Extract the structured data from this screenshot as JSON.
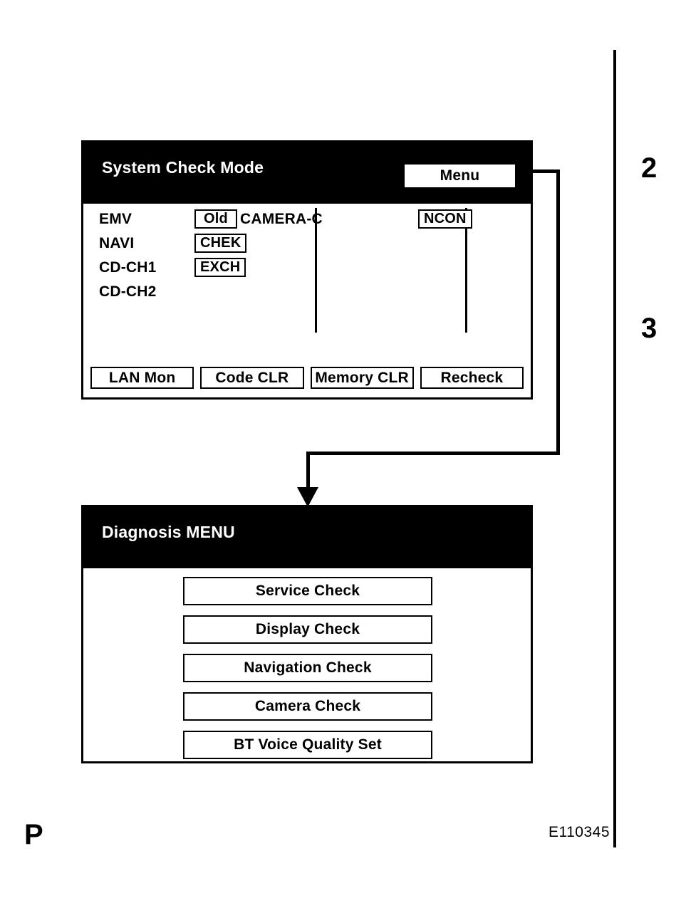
{
  "page": {
    "corner_mark": "P",
    "figure_id": "E110345",
    "step_numbers": [
      "2",
      "3"
    ]
  },
  "system_check_screen": {
    "title": "System Check Mode",
    "menu_button_label": "Menu",
    "status_column_1": [
      {
        "label": "EMV",
        "value": "Old"
      },
      {
        "label": "NAVI",
        "value": "CHEK"
      },
      {
        "label": "CD-CH1",
        "value": "EXCH"
      },
      {
        "label": "CD-CH2",
        "value": ""
      }
    ],
    "status_column_2": [
      {
        "label": "CAMERA-C",
        "value": "NCON"
      }
    ],
    "action_buttons": [
      "LAN Mon",
      "Code CLR",
      "Memory CLR",
      "Recheck"
    ]
  },
  "diagnosis_menu_screen": {
    "title": "Diagnosis MENU",
    "items": [
      "Service Check",
      "Display Check",
      "Navigation Check",
      "Camera Check",
      "BT Voice Quality Set"
    ]
  },
  "colors": {
    "ink": "#000000",
    "paper": "#ffffff",
    "header_bg": "#000000",
    "header_text": "#ffffff"
  }
}
